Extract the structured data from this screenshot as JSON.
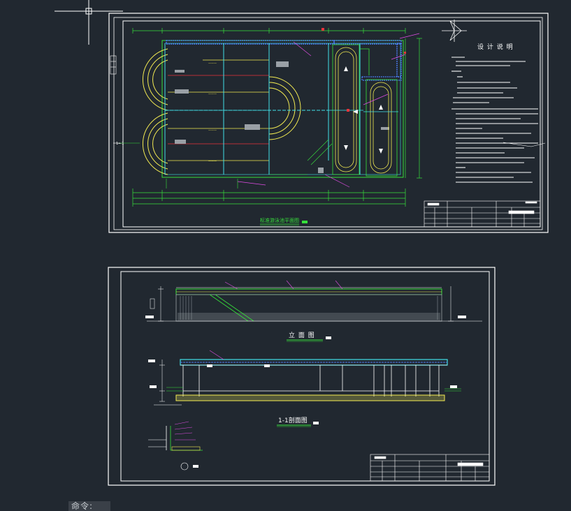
{
  "sheet1": {
    "notes_title": "设 计 说 明",
    "plan_title": "标准游泳池平面图"
  },
  "sheet2": {
    "elevation_title": "立 面 图",
    "section_title": "1-1剖面图",
    "section_mark": "1—1"
  },
  "command": {
    "prompt": "命令:"
  },
  "colors": {
    "background": "#212830",
    "frame": "#ffffff",
    "line_green": "#37e03b",
    "line_cyan": "#41e1e8",
    "line_yellow": "#f2ea52",
    "line_red": "#e8343b",
    "line_blue": "#4a7af0",
    "line_magenta": "#e04ce4"
  }
}
